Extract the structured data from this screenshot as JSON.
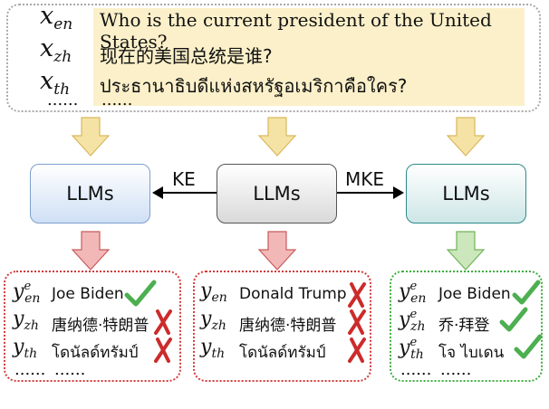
{
  "query": {
    "rows": [
      {
        "var": "x",
        "sub": "en",
        "text": "Who is the current president of the United States?"
      },
      {
        "var": "x",
        "sub": "zh",
        "text": "现在的美国总统是谁?"
      },
      {
        "var": "x",
        "sub": "th",
        "text": "ประธานาธิบดีแห่งสหรัฐอเมริกาคือใคร?"
      }
    ],
    "ellipsis_var": "......",
    "ellipsis_text": "......"
  },
  "llms": {
    "left_label": "LLMs",
    "mid_label": "LLMs",
    "right_label": "LLMs",
    "ke_label": "KE",
    "mke_label": "MKE"
  },
  "results": {
    "left": [
      {
        "var": "y",
        "sub": "en",
        "sup": "e",
        "text": "Joe Biden",
        "status": "correct"
      },
      {
        "var": "y",
        "sub": "zh",
        "sup": "",
        "text": "唐纳德·特朗普",
        "status": "wrong"
      },
      {
        "var": "y",
        "sub": "th",
        "sup": "",
        "text": "โดนัลด์ทรัมป์",
        "status": "wrong"
      }
    ],
    "mid": [
      {
        "var": "y",
        "sub": "en",
        "sup": "",
        "text": "Donald Trump",
        "status": "wrong"
      },
      {
        "var": "y",
        "sub": "zh",
        "sup": "",
        "text": "唐纳德·特朗普",
        "status": "wrong"
      },
      {
        "var": "y",
        "sub": "th",
        "sup": "",
        "text": "โดนัลด์ทรัมป์",
        "status": "wrong"
      }
    ],
    "right": [
      {
        "var": "y",
        "sub": "en",
        "sup": "e",
        "text": "Joe Biden",
        "status": "correct"
      },
      {
        "var": "y",
        "sub": "zh",
        "sup": "e",
        "text": "乔·拜登",
        "status": "correct"
      },
      {
        "var": "y",
        "sub": "th",
        "sup": "e",
        "text": "โจ ไบเดน",
        "status": "correct"
      }
    ],
    "ellipsis": "......"
  },
  "colors": {
    "arrow_yellow": "#f0d890",
    "arrow_red": "#efb0b0",
    "arrow_green": "#c4e3b2",
    "check": "#4caf50",
    "cross": "#cc2b2b"
  }
}
